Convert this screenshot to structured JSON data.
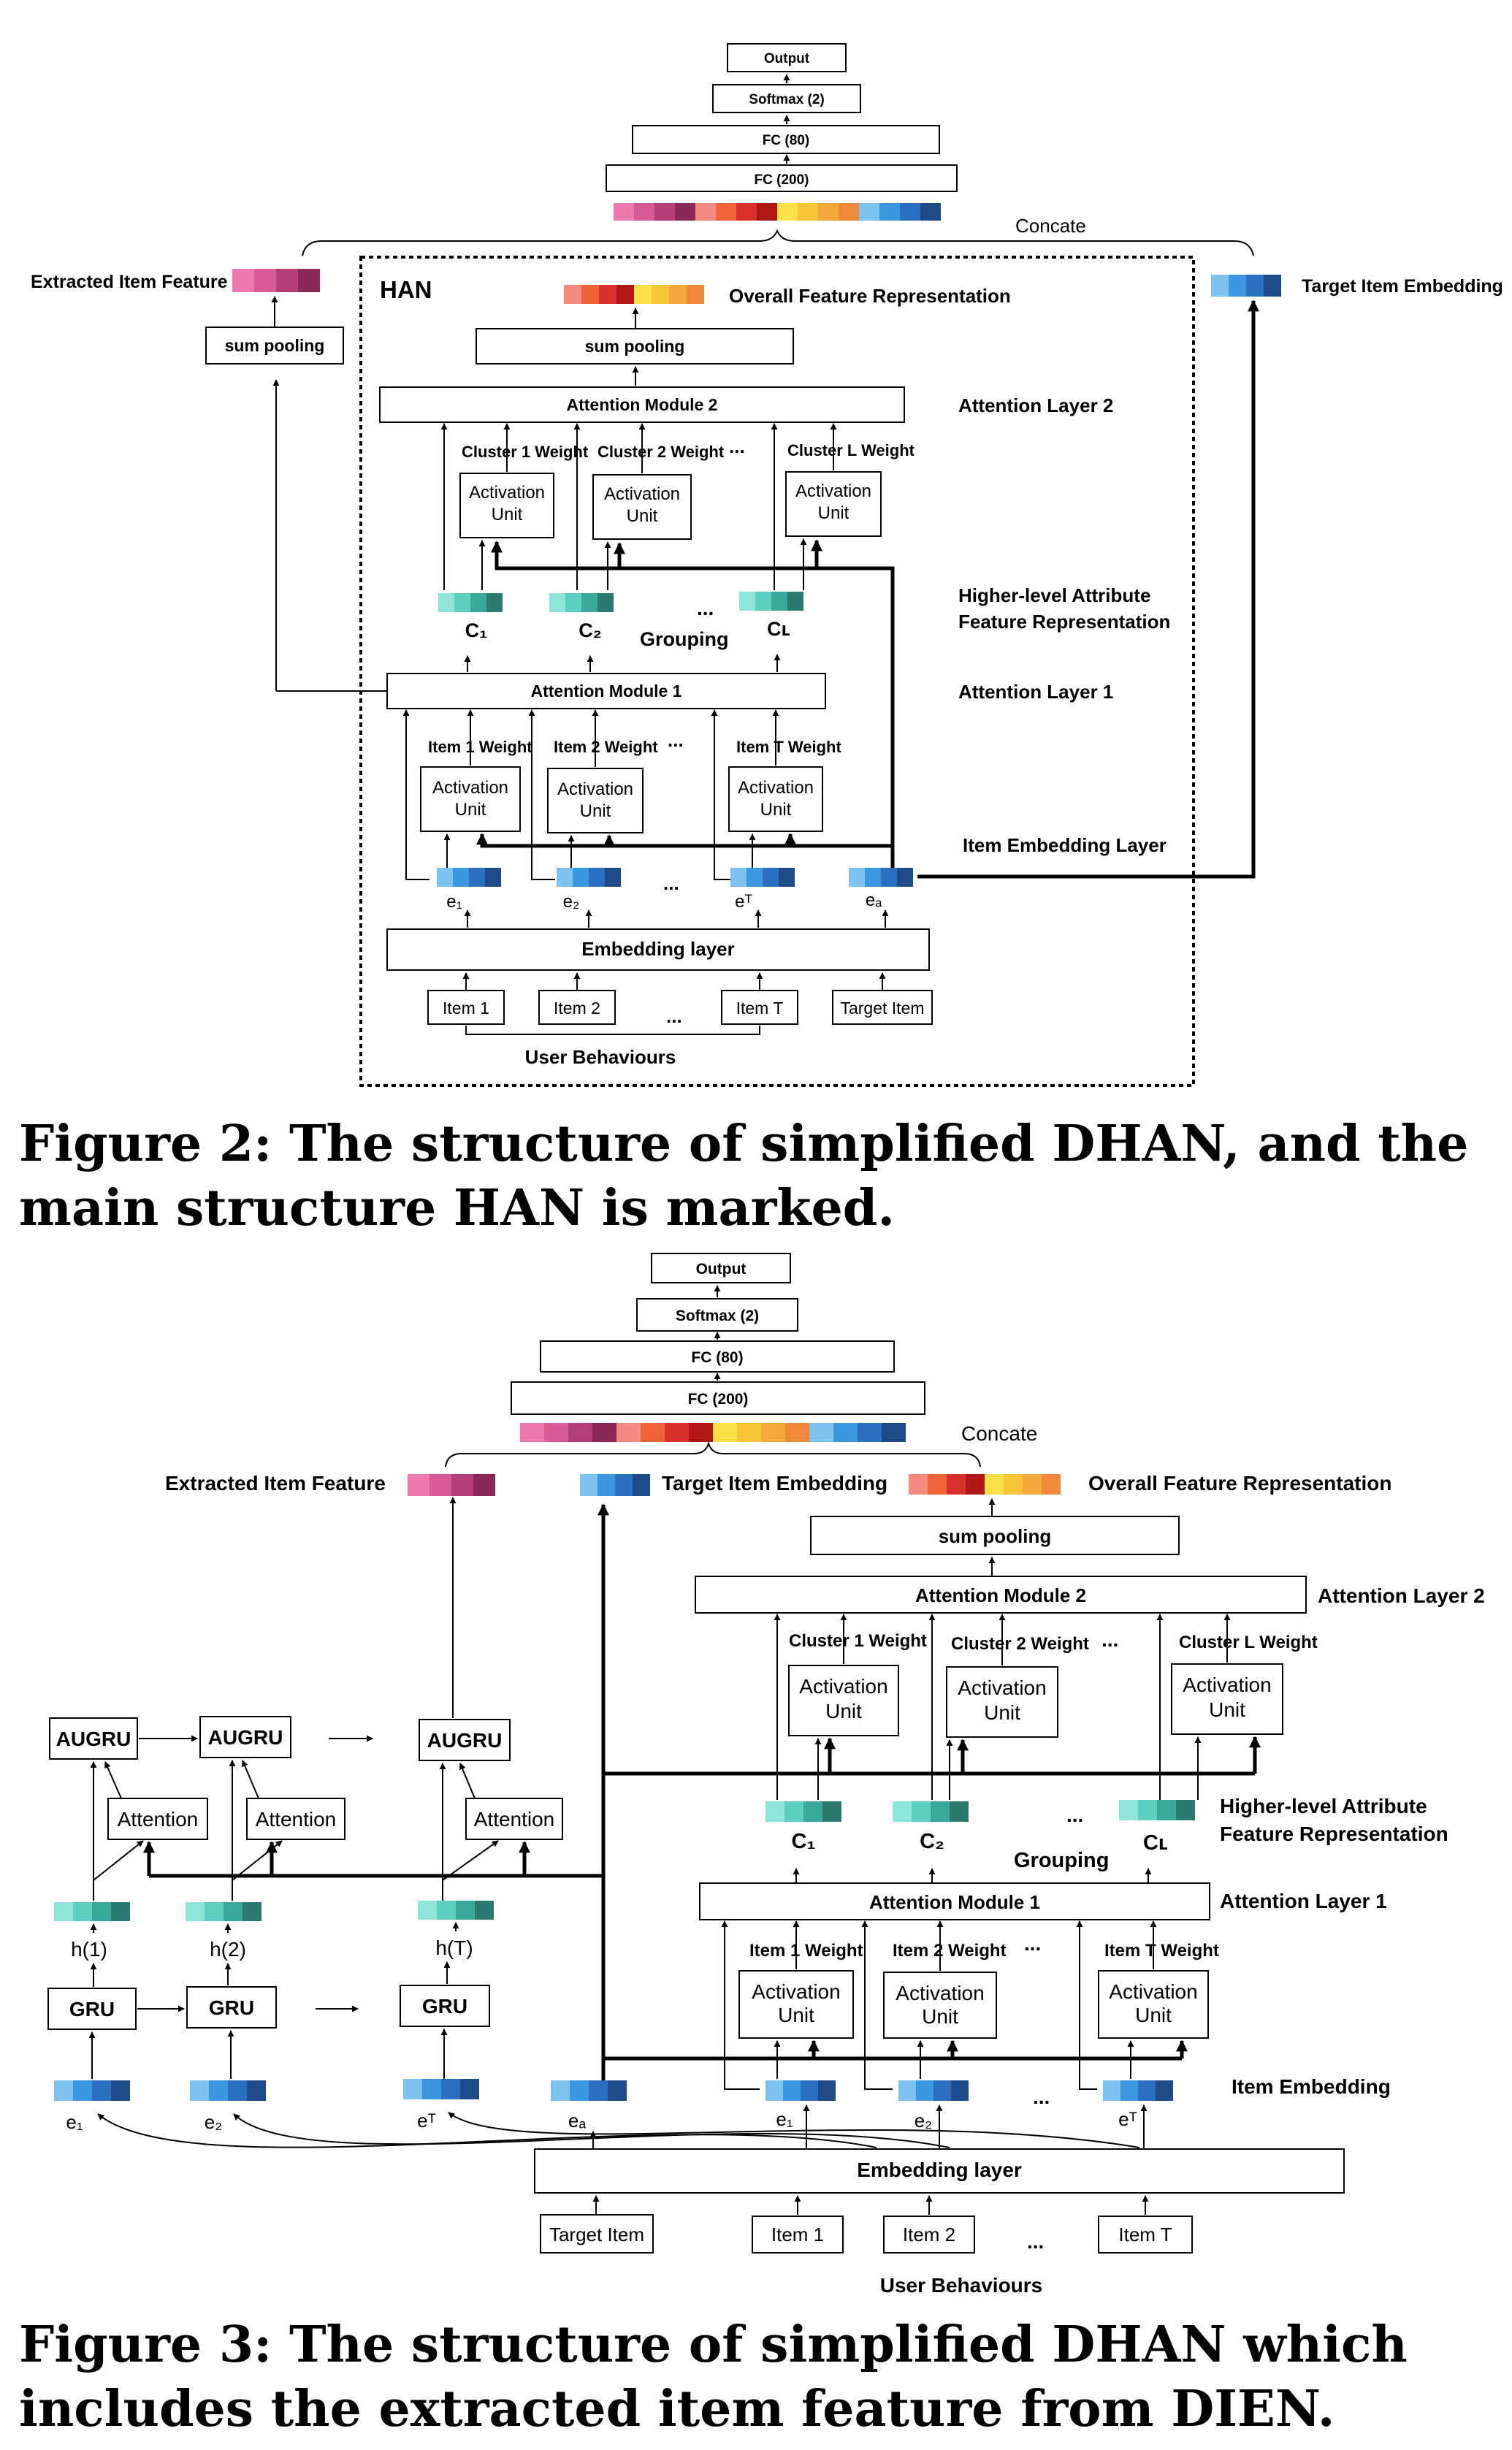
{
  "fig2": {
    "output": "Output",
    "softmax": "Softmax (2)",
    "fc80": "FC (80)",
    "fc200": "FC (200)",
    "concate": "Concate",
    "extracted_item_feature": "Extracted Item Feature",
    "target_item_embedding": "Target Item Embedding",
    "han": "HAN",
    "overall_feature_representation": "Overall Feature Representation",
    "sum_pooling": "sum pooling",
    "attention_module_2": "Attention Module 2",
    "attention_layer_2": "Attention Layer 2",
    "cluster_1_weight": "Cluster 1 Weight",
    "cluster_2_weight": "Cluster 2 Weight",
    "cluster_l_weight": "Cluster L Weight",
    "activation": "Activation",
    "unit": "Unit",
    "ellipsis": "...",
    "c1": "C₁",
    "c2": "C₂",
    "cl": "Cʟ",
    "grouping": "Grouping",
    "higher_level_1": "Higher-level Attribute",
    "higher_level_2": "Feature Representation",
    "attention_module_1": "Attention Module 1",
    "attention_layer_1": "Attention Layer 1",
    "item_1_weight": "Item 1 Weight",
    "item_2_weight": "Item 2 Weight",
    "item_t_weight": "Item T Weight",
    "item_embedding_layer": "Item Embedding Layer",
    "e1": "e₁",
    "e2": "e₂",
    "et": "eᵀ",
    "ea": "eₐ",
    "embedding_layer": "Embedding layer",
    "item_1": "Item 1",
    "item_2": "Item 2",
    "item_t": "Item T",
    "target_item": "Target Item",
    "user_behaviours": "User Behaviours"
  },
  "fig3": {
    "output": "Output",
    "softmax": "Softmax (2)",
    "fc80": "FC (80)",
    "fc200": "FC (200)",
    "concate": "Concate",
    "extracted_item_feature": "Extracted Item Feature",
    "target_item_embedding": "Target Item Embedding",
    "overall_feature_representation": "Overall Feature Representation",
    "sum_pooling": "sum pooling",
    "attention_module_2": "Attention Module 2",
    "attention_layer_2": "Attention Layer 2",
    "cluster_1_weight": "Cluster 1 Weight",
    "cluster_2_weight": "Cluster 2 Weight",
    "cluster_l_weight": "Cluster L Weight",
    "activation": "Activation",
    "unit": "Unit",
    "ellipsis": "...",
    "augru": "AUGRU",
    "attention": "Attention",
    "h1": "h(1)",
    "h2": "h(2)",
    "ht": "h(T)",
    "gru": "GRU",
    "c1": "C₁",
    "c2": "C₂",
    "cl": "Cʟ",
    "grouping": "Grouping",
    "higher_level_1": "Higher-level Attribute",
    "higher_level_2": "Feature Representation",
    "attention_module_1": "Attention Module 1",
    "attention_layer_1": "Attention Layer 1",
    "item_1_weight": "Item 1 Weight",
    "item_2_weight": "Item 2 Weight",
    "item_t_weight": "Item T Weight",
    "item_embedding": "Item Embedding",
    "e1": "e₁",
    "e2": "e₂",
    "et": "eᵀ",
    "ea": "eₐ",
    "embedding_layer": "Embedding layer",
    "target_item": "Target Item",
    "item_1": "Item 1",
    "item_2": "Item 2",
    "item_t": "Item T",
    "user_behaviours": "User Behaviours"
  },
  "captions": {
    "fig2": "Figure 2: The structure of simplified DHAN, and the main structure HAN is marked.",
    "fig3": "Figure 3: The structure of simplified DHAN which includes the extracted item feature from DIEN."
  },
  "colors": {
    "blue_strip": [
      "#7ec3f0",
      "#3a97e0",
      "#2a6fc0",
      "#1e4a8a"
    ],
    "teal_strip": [
      "#8fe6d8",
      "#5ccfc0",
      "#3aa89a",
      "#2a7a70"
    ],
    "pink_strip": [
      "#f07ab0",
      "#d85a96",
      "#b53e78",
      "#8a2858"
    ],
    "warm_strip": [
      "#f58a80",
      "#f0643c",
      "#d8302a",
      "#b01818",
      "#fde14a",
      "#f8c53a",
      "#f5a83a",
      "#f08a3a"
    ],
    "fc_strip": [
      "#f07ab0",
      "#d85a96",
      "#b53e78",
      "#8a2858",
      "#f58a80",
      "#f0643c",
      "#d8302a",
      "#b01818",
      "#fde14a",
      "#f8c53a",
      "#f5a83a",
      "#f08a3a",
      "#7ec3f0",
      "#3a97e0",
      "#2a6fc0",
      "#1e4a8a"
    ]
  }
}
